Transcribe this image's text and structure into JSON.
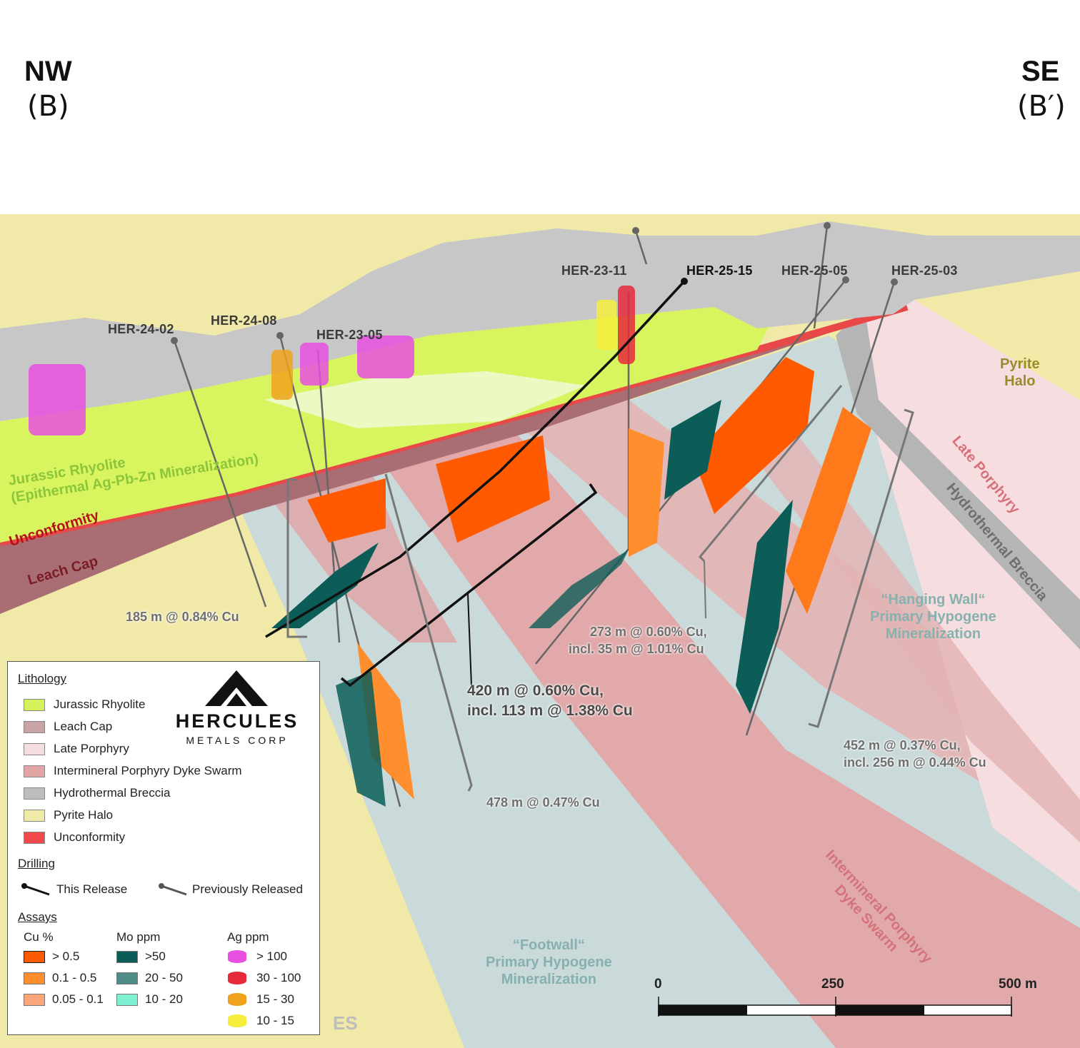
{
  "directions": {
    "left": {
      "label": "NW",
      "sub": "(B)"
    },
    "right": {
      "label": "SE",
      "sub": "(B′)"
    }
  },
  "drillholes": [
    {
      "id": "HER-24-02",
      "status": "Previously Released"
    },
    {
      "id": "HER-24-08",
      "status": "Previously Released"
    },
    {
      "id": "HER-23-05",
      "status": "Previously Released"
    },
    {
      "id": "HER-23-11",
      "status": "Previously Released"
    },
    {
      "id": "HER-25-15",
      "status": "This Release"
    },
    {
      "id": "HER-25-05",
      "status": "Previously Released"
    },
    {
      "id": "HER-25-03",
      "status": "Previously Released"
    }
  ],
  "intercepts": [
    {
      "line1": "185 m @ 0.84% Cu"
    },
    {
      "line1": "420 m @ 0.60% Cu,",
      "line2": "incl. 113 m @ 1.38% Cu"
    },
    {
      "line1": "478 m @ 0.47% Cu"
    },
    {
      "line1": "273 m @ 0.60% Cu,",
      "line2": "incl. 35 m @ 1.01% Cu"
    },
    {
      "line1": "452 m @ 0.37% Cu,",
      "line2": "incl. 256 m @ 0.44% Cu"
    }
  ],
  "zone_labels": {
    "rhyolite_1": "Jurassic Rhyolite",
    "rhyolite_2": "(Epithermal Ag-Pb-Zn Mineralization)",
    "unconformity": "Unconformity",
    "leach_cap": "Leach Cap",
    "pyrite_halo_1": "Pyrite",
    "pyrite_halo_2": "Halo",
    "late_porphyry": "Late Porphyry",
    "hydro_breccia": "Hydrothermal Breccia",
    "hanging_wall_1": "“Hanging Wall“",
    "hanging_wall_2": "Primary Hypogene",
    "hanging_wall_3": "Mineralization",
    "footwall_1": "“Footwall“",
    "footwall_2": "Primary Hypogene",
    "footwall_3": "Mineralization",
    "intermineral_1": "Intermineral Porphyry",
    "intermineral_2": "Dyke Swarm"
  },
  "legend": {
    "lithology_title": "Lithology",
    "lithology": [
      {
        "label": "Jurassic Rhyolite",
        "color": "#d4f25a"
      },
      {
        "label": "Leach Cap",
        "color": "#caa3a6"
      },
      {
        "label": "Late Porphyry",
        "color": "#f6dde0"
      },
      {
        "label": "Intermineral Porphyry Dyke Swarm",
        "color": "#e2a4a5"
      },
      {
        "label": "Hydrothermal Breccia",
        "color": "#bdbdbd"
      },
      {
        "label": "Pyrite Halo",
        "color": "#f1e9a8"
      },
      {
        "label": "Unconformity",
        "color": "#f04a4a"
      }
    ],
    "drilling_title": "Drilling",
    "drilling": {
      "this_release": "This Release",
      "previously_released": "Previously Released"
    },
    "assays_title": "Assays",
    "cu": {
      "title": "Cu %",
      "items": [
        {
          "label": "> 0.5",
          "color": "#ff5a00"
        },
        {
          "label": "0.1 - 0.5",
          "color": "#ff8f2e"
        },
        {
          "label": "0.05 - 0.1",
          "color": "#f9a67a"
        }
      ]
    },
    "mo": {
      "title": "Mo ppm",
      "items": [
        {
          "label": ">50",
          "color": "#0c5d58"
        },
        {
          "label": "20 - 50",
          "color": "#4f8c88"
        },
        {
          "label": "10 - 20",
          "color": "#7ff0d2"
        }
      ]
    },
    "ag": {
      "title": "Ag ppm",
      "items": [
        {
          "label": "> 100",
          "color": "#e84fe0"
        },
        {
          "label": "30 - 100",
          "color": "#e52a3c"
        },
        {
          "label": "15 - 30",
          "color": "#f0a21c"
        },
        {
          "label": "10 - 15",
          "color": "#f6ee3c"
        }
      ]
    }
  },
  "logo": {
    "name": "HERCULES",
    "sub": "METALS CORP"
  },
  "scale_bar": {
    "labels": [
      "0",
      "250",
      "500 m"
    ]
  },
  "watermark": "ES",
  "colors": {
    "hydro_breccia": "#c7c7c7",
    "rhyolite": "#d8f45e",
    "leach_cap": "#a96e74",
    "unconformity": "#e84848",
    "late_porphyry": "#f6dde0",
    "intermineral": "#e2a4a5",
    "primary_hypogene": "#cbdcdc",
    "pyrite_halo": "#f1e9a8",
    "cu_high": "#ff5a00",
    "cu_mid": "#ff8f2e",
    "mo_high": "#0c5d58"
  }
}
